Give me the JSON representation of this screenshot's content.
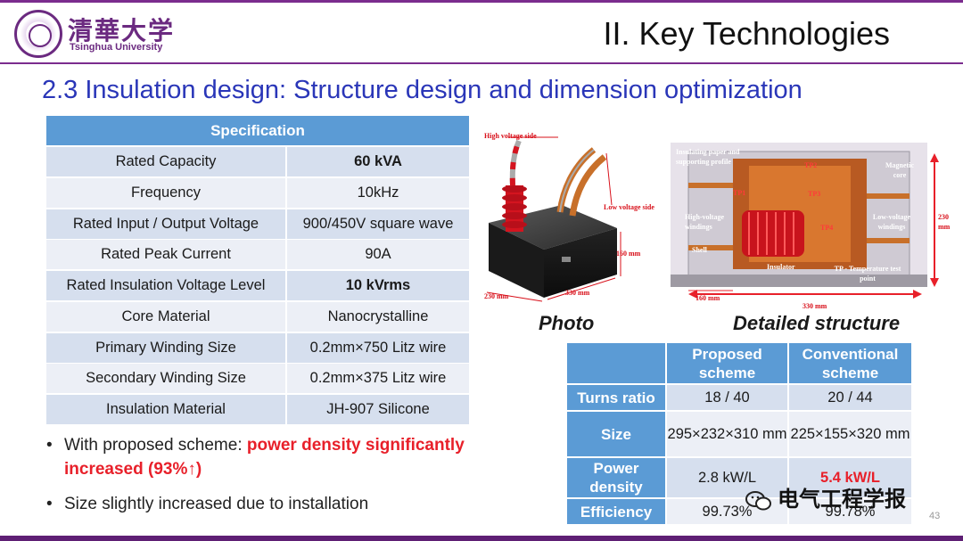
{
  "header": {
    "logo_cn": "清華大学",
    "logo_en": "Tsinghua University",
    "section_title": "II. Key Technologies"
  },
  "title": "2.3 Insulation design: Structure design and dimension optimization",
  "spec_table": {
    "header": "Specification",
    "rows": [
      {
        "key": "Rated Capacity",
        "value": "60 kVA",
        "bold": true
      },
      {
        "key": "Frequency",
        "value": "10kHz",
        "bold": false
      },
      {
        "key": "Rated Input / Output Voltage",
        "value": "900/450V square wave",
        "bold": false
      },
      {
        "key": "Rated Peak Current",
        "value": "90A",
        "bold": false
      },
      {
        "key": "Rated Insulation Voltage Level",
        "value": "10 kVrms",
        "bold": true
      },
      {
        "key": "Core Material",
        "value": "Nanocrystalline",
        "bold": false
      },
      {
        "key": "Primary Winding Size",
        "value": "0.2mm×750 Litz wire",
        "bold": false
      },
      {
        "key": "Secondary Winding Size",
        "value": "0.2mm×375 Litz wire",
        "bold": false
      },
      {
        "key": "Insulation Material",
        "value": "JH-907 Silicone",
        "bold": false
      }
    ]
  },
  "bullets": {
    "b1_prefix": "With proposed scheme: ",
    "b1_highlight": "power density significantly increased (93%↑)",
    "b2": "Size slightly increased due to installation"
  },
  "photo": {
    "caption": "Photo",
    "labels": {
      "high_voltage_side": "High voltage side",
      "low_voltage_side": "Low voltage side",
      "height": "160 mm",
      "length": "330 mm",
      "width": "230 mm"
    }
  },
  "structure": {
    "caption": "Detailed structure",
    "labels": {
      "insulating_paper": "Insulating paper and supporting profile",
      "magnetic_core": "Magnetic core",
      "hv_windings": "High-voltage windings",
      "lv_windings": "Low-voltage windings",
      "shell": "Shell",
      "insulator": "Insulator",
      "tp_note": "TP - Temperature test point",
      "tp1": "TP1",
      "tp2": "TP2",
      "tp3": "TP3",
      "tp4": "TP4",
      "dim_160": "160 mm",
      "dim_330": "330 mm",
      "dim_230": "230 mm"
    }
  },
  "comparison_table": {
    "headers": [
      "",
      "Proposed scheme",
      "Conventional scheme"
    ],
    "rows": [
      {
        "label": "Turns ratio",
        "proposed": "18 / 40",
        "conventional": "20 / 44"
      },
      {
        "label": "Size",
        "proposed": "295×232×310 mm",
        "conventional": "225×155×320 mm"
      },
      {
        "label": "Power density",
        "proposed": "2.8 kW/L",
        "conventional": "5.4 kW/L"
      },
      {
        "label": "Efficiency",
        "proposed": "99.73%",
        "conventional": "99.78%"
      }
    ]
  },
  "watermark": "电气工程学报",
  "page_number": "43",
  "colors": {
    "accent_purple": "#7b2c8e",
    "title_blue": "#2a36b8",
    "table_header": "#5b9bd5",
    "highlight_red": "#e8202a"
  }
}
